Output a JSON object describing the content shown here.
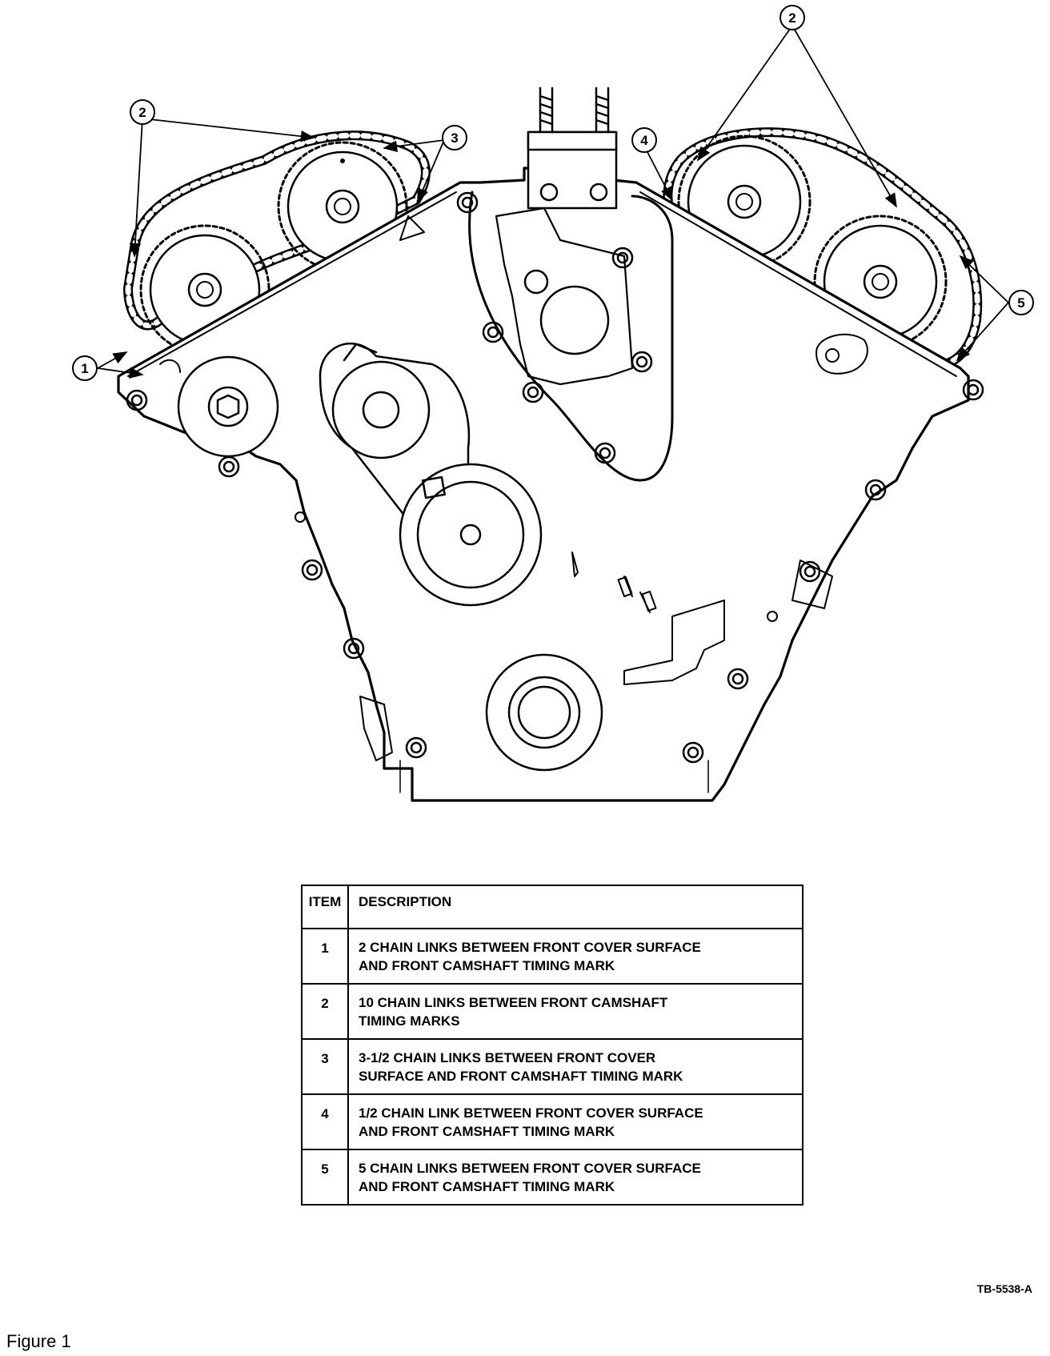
{
  "callouts": [
    "1",
    "2",
    "3",
    "4",
    "5"
  ],
  "table": {
    "headers": {
      "item": "ITEM",
      "description": "DESCRIPTION"
    },
    "rows": [
      {
        "item": "1",
        "lines": [
          "2 CHAIN LINKS BETWEEN FRONT COVER SURFACE",
          "AND FRONT CAMSHAFT TIMING MARK"
        ]
      },
      {
        "item": "2",
        "lines": [
          "10 CHAIN LINKS BETWEEN FRONT CAMSHAFT",
          "TIMING MARKS"
        ]
      },
      {
        "item": "3",
        "lines": [
          "3-1/2 CHAIN LINKS BETWEEN FRONT COVER",
          "SURFACE AND FRONT CAMSHAFT TIMING MARK"
        ]
      },
      {
        "item": "4",
        "lines": [
          "1/2 CHAIN LINK BETWEEN FRONT COVER SURFACE",
          "AND FRONT CAMSHAFT TIMING MARK"
        ]
      },
      {
        "item": "5",
        "lines": [
          "5 CHAIN LINKS BETWEEN FRONT COVER SURFACE",
          "AND FRONT CAMSHAFT TIMING MARK"
        ]
      }
    ]
  },
  "figure_code": "TB-5538-A",
  "caption": "Figure 1"
}
